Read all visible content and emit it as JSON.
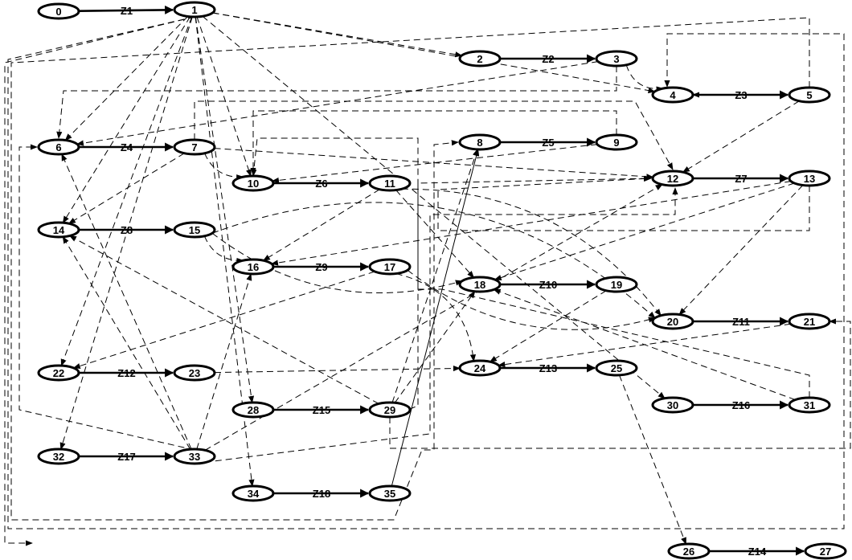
{
  "diagram": {
    "nodes": [
      {
        "id": "n0",
        "label": "0"
      },
      {
        "id": "n1",
        "label": "1"
      },
      {
        "id": "n2",
        "label": "2"
      },
      {
        "id": "n3",
        "label": "3"
      },
      {
        "id": "n4",
        "label": "4"
      },
      {
        "id": "n5",
        "label": "5"
      },
      {
        "id": "n6",
        "label": "6"
      },
      {
        "id": "n7",
        "label": "7"
      },
      {
        "id": "n8",
        "label": "8"
      },
      {
        "id": "n9",
        "label": "9"
      },
      {
        "id": "n10",
        "label": "10"
      },
      {
        "id": "n11",
        "label": "11"
      },
      {
        "id": "n12",
        "label": "12"
      },
      {
        "id": "n13",
        "label": "13"
      },
      {
        "id": "n14",
        "label": "14"
      },
      {
        "id": "n15",
        "label": "15"
      },
      {
        "id": "n16",
        "label": "16"
      },
      {
        "id": "n17",
        "label": "17"
      },
      {
        "id": "n18",
        "label": "18"
      },
      {
        "id": "n19",
        "label": "19"
      },
      {
        "id": "n20",
        "label": "20"
      },
      {
        "id": "n21",
        "label": "21"
      },
      {
        "id": "n22",
        "label": "22"
      },
      {
        "id": "n23",
        "label": "23"
      },
      {
        "id": "n24",
        "label": "24"
      },
      {
        "id": "n25",
        "label": "25"
      },
      {
        "id": "n26",
        "label": "26"
      },
      {
        "id": "n27",
        "label": "27"
      },
      {
        "id": "n28",
        "label": "28"
      },
      {
        "id": "n29",
        "label": "29"
      },
      {
        "id": "n30",
        "label": "30"
      },
      {
        "id": "n31",
        "label": "31"
      },
      {
        "id": "n32",
        "label": "32"
      },
      {
        "id": "n33",
        "label": "33"
      },
      {
        "id": "n34",
        "label": "34"
      },
      {
        "id": "n35",
        "label": "35"
      }
    ],
    "activities": [
      {
        "id": "a1",
        "from": "n0",
        "to": "n1",
        "label": "Z1"
      },
      {
        "id": "a2",
        "from": "n2",
        "to": "n3",
        "label": "Z2"
      },
      {
        "id": "a3",
        "from": "n4",
        "to": "n5",
        "label": "Z3"
      },
      {
        "id": "a4",
        "from": "n6",
        "to": "n7",
        "label": "Z4"
      },
      {
        "id": "a5",
        "from": "n8",
        "to": "n9",
        "label": "Z5"
      },
      {
        "id": "a6",
        "from": "n10",
        "to": "n11",
        "label": "Z6"
      },
      {
        "id": "a7",
        "from": "n12",
        "to": "n13",
        "label": "Z7"
      },
      {
        "id": "a8",
        "from": "n14",
        "to": "n15",
        "label": "Z8"
      },
      {
        "id": "a9",
        "from": "n16",
        "to": "n17",
        "label": "Z9"
      },
      {
        "id": "a10",
        "from": "n18",
        "to": "n19",
        "label": "Z10"
      },
      {
        "id": "a11",
        "from": "n20",
        "to": "n21",
        "label": "Z11"
      },
      {
        "id": "a12",
        "from": "n22",
        "to": "n23",
        "label": "Z12"
      },
      {
        "id": "a13",
        "from": "n24",
        "to": "n25",
        "label": "Z13"
      },
      {
        "id": "a14",
        "from": "n26",
        "to": "n27",
        "label": "Z14"
      },
      {
        "id": "a15",
        "from": "n28",
        "to": "n29",
        "label": "Z15"
      },
      {
        "id": "a16",
        "from": "n30",
        "to": "n31",
        "label": "Z16"
      },
      {
        "id": "a17",
        "from": "n32",
        "to": "n33",
        "label": "Z17"
      },
      {
        "id": "a18",
        "from": "n34",
        "to": "n35",
        "label": "Z18"
      }
    ],
    "dependencies": [
      {
        "from": "n1",
        "to": "n2"
      },
      {
        "from": "n1",
        "to": "n6"
      },
      {
        "from": "n1",
        "to": "n10"
      },
      {
        "from": "n1",
        "to": "n14"
      },
      {
        "from": "n1",
        "to": "n22"
      },
      {
        "from": "n1",
        "to": "n28"
      },
      {
        "from": "n1",
        "to": "n32"
      },
      {
        "from": "n1",
        "to": "n34"
      },
      {
        "from": "n1",
        "to": "n30"
      },
      {
        "from": "n1",
        "to": "n4"
      },
      {
        "from": "n3",
        "to": "n4"
      },
      {
        "from": "n3",
        "to": "n6"
      },
      {
        "from": "n5",
        "to": "n12"
      },
      {
        "from": "n5",
        "to": "n4"
      },
      {
        "from": "n7",
        "to": "n10"
      },
      {
        "from": "n7",
        "to": "n14"
      },
      {
        "from": "n7",
        "to": "n12"
      },
      {
        "from": "n9",
        "to": "n10"
      },
      {
        "from": "n11",
        "to": "n16"
      },
      {
        "from": "n11",
        "to": "n18"
      },
      {
        "from": "n11",
        "to": "n20"
      },
      {
        "from": "n13",
        "to": "n18"
      },
      {
        "from": "n13",
        "to": "n20"
      },
      {
        "from": "n13",
        "to": "n16"
      },
      {
        "from": "n15",
        "to": "n16"
      },
      {
        "from": "n15",
        "to": "n18"
      },
      {
        "from": "n15",
        "to": "n20"
      },
      {
        "from": "n17",
        "to": "n22"
      },
      {
        "from": "n17",
        "to": "n24"
      },
      {
        "from": "n17",
        "to": "n20"
      },
      {
        "from": "n19",
        "to": "n24"
      },
      {
        "from": "n21",
        "to": "n24"
      },
      {
        "from": "n23",
        "to": "n24"
      },
      {
        "from": "n25",
        "to": "n26"
      },
      {
        "from": "n29",
        "to": "n14"
      },
      {
        "from": "n29",
        "to": "n18"
      },
      {
        "from": "n29",
        "to": "n8"
      },
      {
        "from": "n33",
        "to": "n14"
      },
      {
        "from": "n33",
        "to": "n6"
      },
      {
        "from": "n33",
        "to": "n12"
      },
      {
        "from": "n33",
        "to": "n16"
      },
      {
        "from": "n35",
        "to": "n8"
      },
      {
        "from": "n31",
        "to": "n18"
      }
    ]
  }
}
